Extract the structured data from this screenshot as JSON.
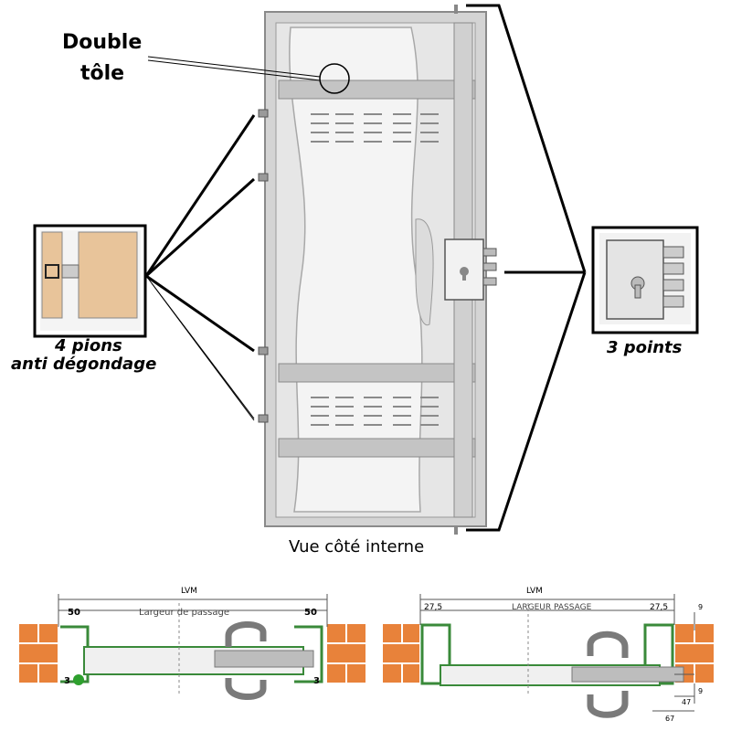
{
  "labels": {
    "double_tole_line1": "Double",
    "double_tole_line2": "tôle",
    "pions_line1": "4 pions",
    "pions_line2": "anti dégondage",
    "points": "3 points",
    "view_caption": "Vue côté interne"
  },
  "section_left": {
    "overall": "LVM",
    "margin_left": "50",
    "passage": "Largeur de passage",
    "margin_right": "50",
    "gap_left": "3",
    "gap_right": "3"
  },
  "section_right": {
    "overall": "LVM",
    "margin_left": "27,5",
    "passage": "LARGEUR PASSAGE",
    "margin_right": "27,5",
    "dim_9_top": "9",
    "dim_9_bottom": "9",
    "dim_47": "47",
    "dim_67": "67"
  },
  "colors": {
    "door_frame": "#c8c8c8",
    "door_panel": "#ececec",
    "brick": "#e8823a",
    "frame_green": "#3a8a3a",
    "wood": "#e8c49a"
  }
}
